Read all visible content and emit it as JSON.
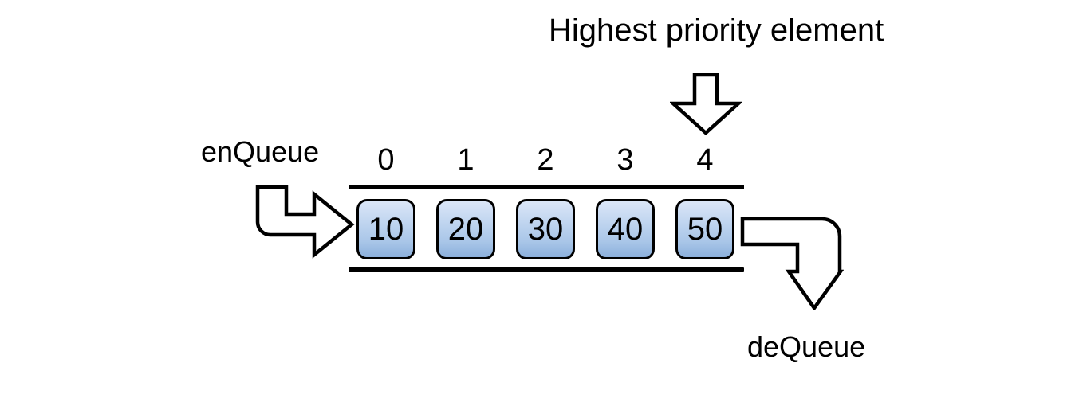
{
  "diagram": {
    "title_text": "Highest priority element",
    "enqueue_label": "enQueue",
    "dequeue_label": "deQueue",
    "structure": "priority-queue-array",
    "colors": {
      "cell_fill_top": "#dbe6f7",
      "cell_fill_bottom": "#8cb0dc",
      "stroke": "#000000",
      "background": "#ffffff"
    },
    "indices": [
      "0",
      "1",
      "2",
      "3",
      "4"
    ],
    "cells": [
      {
        "index": "0",
        "value": "10"
      },
      {
        "index": "1",
        "value": "20"
      },
      {
        "index": "2",
        "value": "30"
      },
      {
        "index": "3",
        "value": "40"
      },
      {
        "index": "4",
        "value": "50"
      }
    ],
    "icons": {
      "highest_priority_arrow": "arrow-down-icon",
      "enqueue_arrow": "bent-arrow-down-right-icon",
      "dequeue_arrow": "bent-arrow-right-down-icon"
    }
  }
}
